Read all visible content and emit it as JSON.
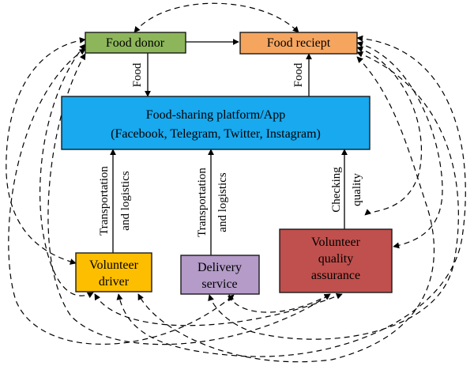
{
  "colors": {
    "food_donor": "#8db65a",
    "food_receipt": "#f6a55f",
    "platform": "#18a9ef",
    "volunteer_driver": "#fdbe00",
    "delivery_service": "#b49bc8",
    "quality_assurance": "#c0504d"
  },
  "nodes": {
    "food_donor": "Food donor",
    "food_receipt": "Food reciept",
    "platform": {
      "line1": "Food-sharing platform/App",
      "line2": "(Facebook, Telegram, Twitter, Instagram)"
    },
    "volunteer_driver": {
      "line1": "Volunteer",
      "line2": "driver"
    },
    "delivery_service": {
      "line1": "Delivery",
      "line2": "service"
    },
    "quality_assurance": {
      "line1": "Volunteer",
      "line2": "quality",
      "line3": "assurance"
    }
  },
  "edge_labels": {
    "donor_food": "Food",
    "receipt_food": "Food",
    "driver_transport": {
      "line1": "Transportation",
      "line2": "and logistics"
    },
    "delivery_transport": {
      "line1": "Transportation",
      "line2": "and logistics"
    },
    "quality_check": {
      "line1": "Checking",
      "line2": "quality"
    }
  }
}
